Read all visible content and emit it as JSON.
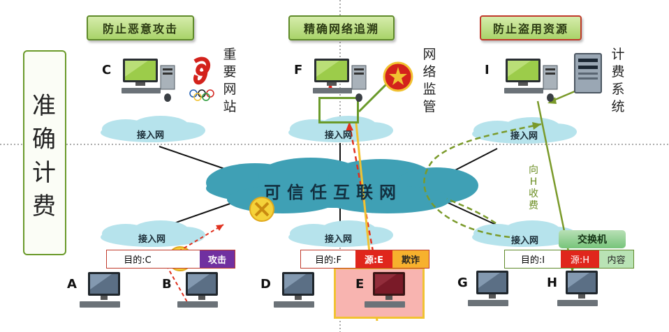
{
  "banners": {
    "left": "防止恶意攻击",
    "middle": "精确网络追溯",
    "right": "防止盗用资源"
  },
  "scroll_text": "准确计费",
  "core_network": "可信任互联网",
  "access_network": "接入网",
  "side_labels": {
    "important_site": "重要网站",
    "network_supervision": "网络监管",
    "billing_system": "计费系统",
    "charge_h": "向H收费"
  },
  "switch_label": "交换机",
  "nodes": [
    "A",
    "B",
    "C",
    "D",
    "E",
    "F",
    "G",
    "H",
    "I"
  ],
  "packets": {
    "left": {
      "dest": "目的:C",
      "type": "攻击"
    },
    "middle": {
      "dest": "目的:F",
      "src": "源:E",
      "type": "欺诈"
    },
    "right": {
      "dest": "目的:I",
      "src": "源:H",
      "type": "内容"
    }
  },
  "colors": {
    "banner_green": "#a9d36a",
    "core_cloud": "#3fa0b5",
    "access_cloud": "#b6e3ec",
    "attack_purple": "#7030a0",
    "src_red": "#e0261c",
    "fraud_orange": "#f7b12d",
    "highlight_pink": "#f8b4b0",
    "dash_green": "#7a9a2a",
    "dash_red": "#e0301e"
  }
}
